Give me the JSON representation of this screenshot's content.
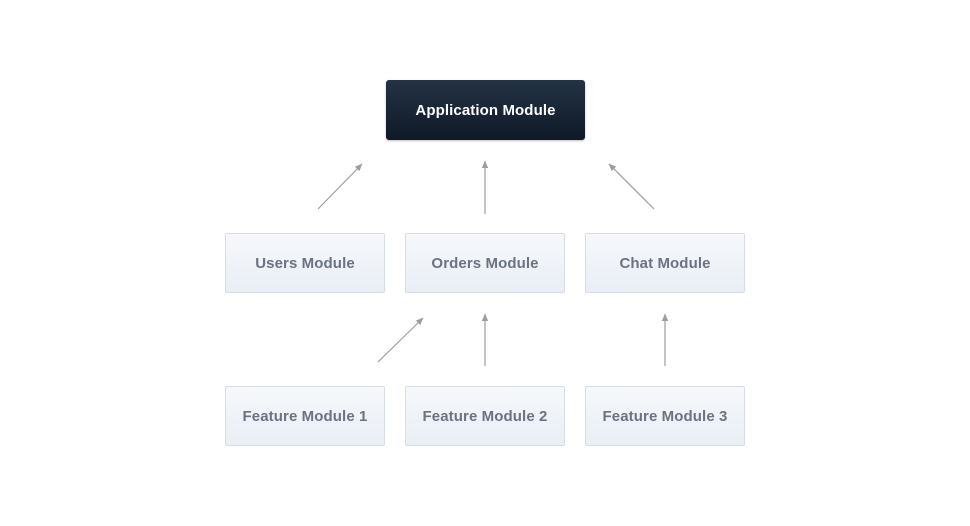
{
  "diagram": {
    "root": {
      "label": "Application Module"
    },
    "level2": [
      {
        "label": "Users Module"
      },
      {
        "label": "Orders Module"
      },
      {
        "label": "Chat Module"
      }
    ],
    "level3": [
      {
        "label": "Feature Module 1"
      },
      {
        "label": "Feature Module 2"
      },
      {
        "label": "Feature Module 3"
      }
    ],
    "edges": [
      {
        "from": "Users Module",
        "to": "Application Module"
      },
      {
        "from": "Orders Module",
        "to": "Application Module"
      },
      {
        "from": "Chat Module",
        "to": "Application Module"
      },
      {
        "from": "Feature Module 1",
        "to": "Orders Module"
      },
      {
        "from": "Feature Module 2",
        "to": "Orders Module"
      },
      {
        "from": "Feature Module 3",
        "to": "Chat Module"
      }
    ],
    "colors": {
      "root_background": "#1a2636",
      "root_text": "#ffffff",
      "module_background": "#eef2f8",
      "module_border": "#d6dde7",
      "module_text": "#6b7380",
      "arrow": "#9a9ea4"
    }
  }
}
